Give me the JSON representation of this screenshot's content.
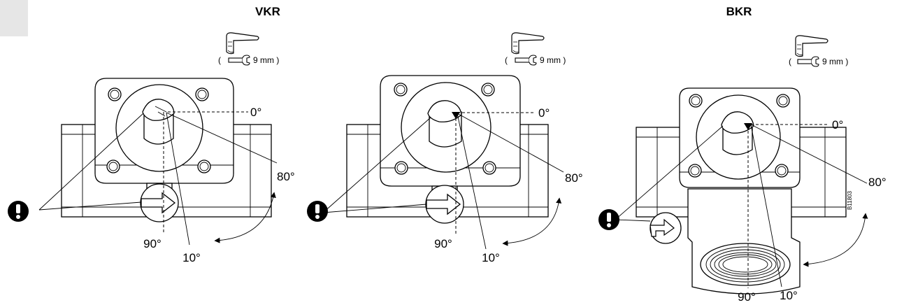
{
  "titles": {
    "vkr": "VKR",
    "bkr": "BKR"
  },
  "wrench_text": [
    "( ",
    "9 mm )"
  ],
  "angles": {
    "a0": "0°",
    "a80": "80°",
    "a90": "90°",
    "a10": "10°"
  },
  "drawing_code": "B11803",
  "colors": {
    "ink": "#000000",
    "corner_tab": "#e6e6e6"
  },
  "icons": [
    "warning-exclamation-icon",
    "actuator-lever-icon",
    "wrench-icon",
    "flow-arrow-icon",
    "rotation-arrow-icon"
  ]
}
